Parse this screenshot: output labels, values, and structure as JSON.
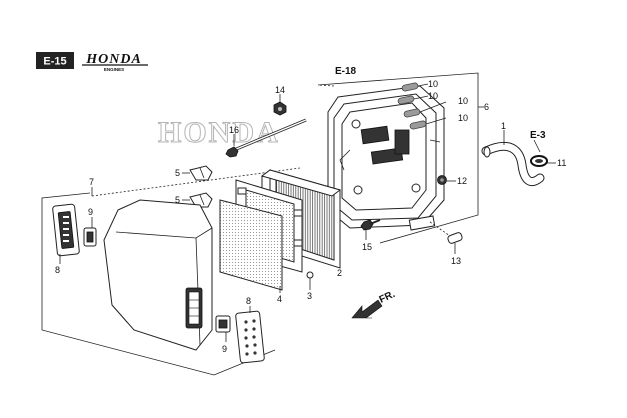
{
  "header": {
    "section_code": "E-15",
    "brand": "HONDA",
    "brand_sub": "ENGINES"
  },
  "references": {
    "e18": "E-18",
    "e3": "E-3",
    "fr": "FR."
  },
  "watermark": "HONDA",
  "callouts": {
    "c1": "1",
    "c2": "2",
    "c3": "3",
    "c4": "4",
    "c5a": "5",
    "c5b": "5",
    "c6": "6",
    "c7": "7",
    "c8a": "8",
    "c8b": "8",
    "c9a": "9",
    "c9b": "9",
    "c10a": "10",
    "c10b": "10",
    "c10c": "10",
    "c10d": "10",
    "c11": "11",
    "c12": "12",
    "c13": "13",
    "c14": "14",
    "c15": "15",
    "c16": "16"
  }
}
